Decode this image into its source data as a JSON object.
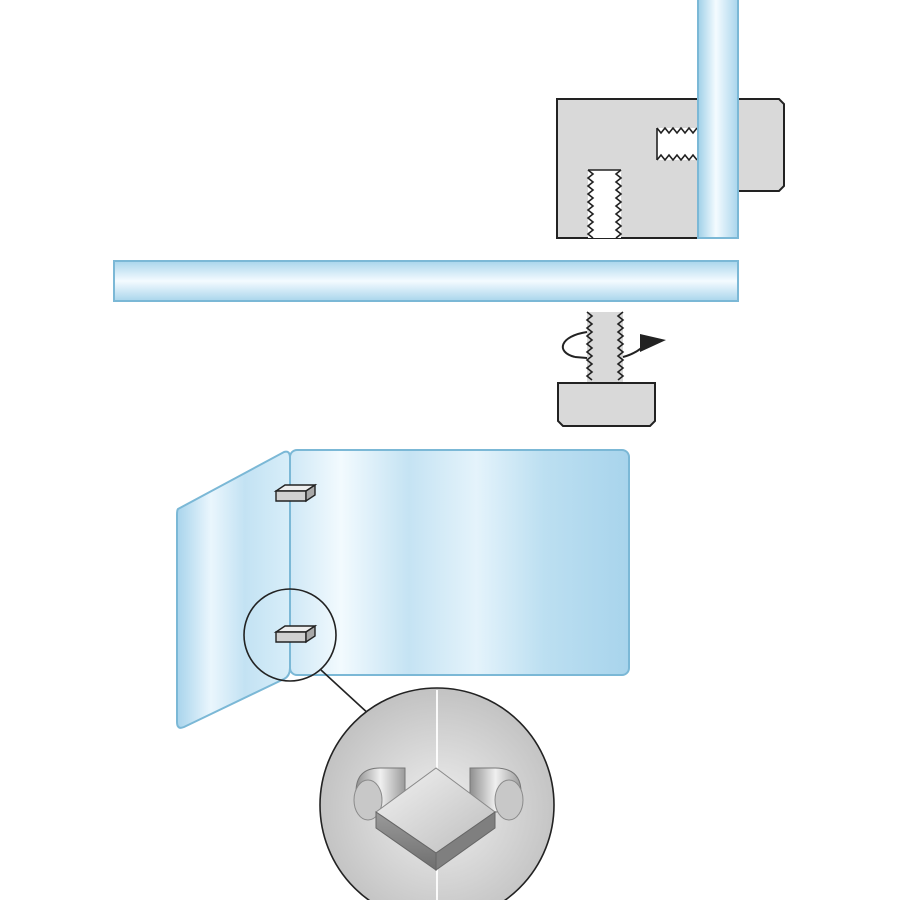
{
  "diagram": {
    "colors": {
      "glass_edge": "#7bb8d6",
      "glass_light": "#e8f5fc",
      "glass_mid": "#c4e3f3",
      "metal_fill": "#d9d9d9",
      "metal_stroke": "#222222",
      "background": "#ffffff"
    },
    "icons": [
      "clamp-block",
      "threaded-hole",
      "set-screw",
      "rotation-arrow",
      "glass-panel",
      "hinge-clip",
      "magnifier-circle",
      "detail-photo-clamp"
    ]
  }
}
